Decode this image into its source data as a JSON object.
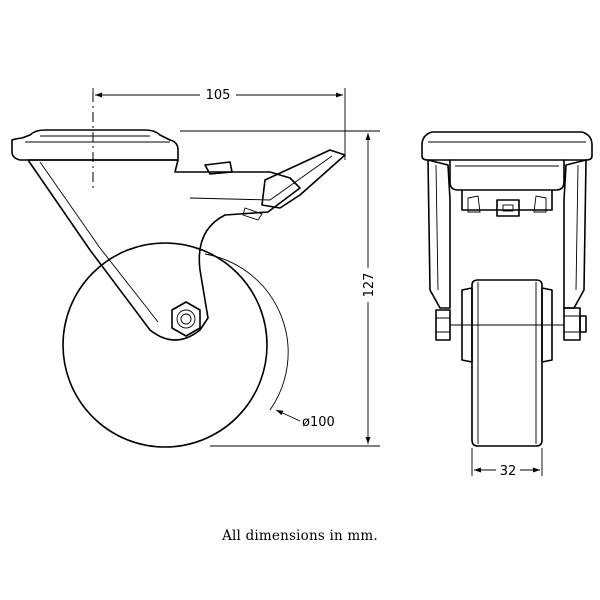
{
  "dimensions": {
    "width_top": "105",
    "height": "127",
    "wheel_diameter": "ø100",
    "wheel_width": "32"
  },
  "caption": "All dimensions in mm."
}
